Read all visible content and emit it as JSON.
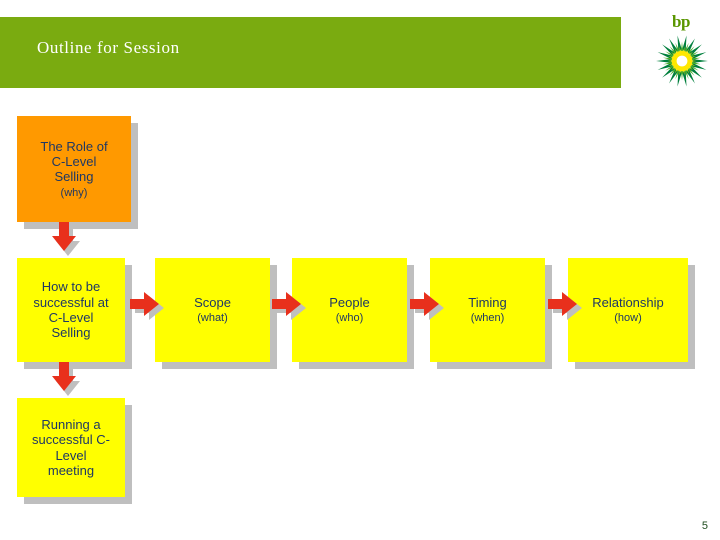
{
  "slide": {
    "title": "Outline for Session",
    "page_number": "5"
  },
  "brand": {
    "wordmark": "bp",
    "logo_name": "bp-helios-logo",
    "green": "#7AAB10",
    "logo_green_dark": "#007F3D",
    "logo_green_mid": "#4CAF2A",
    "logo_yellow": "#FFE800",
    "logo_white": "#FFFFFF"
  },
  "colors": {
    "header_green": "#7AAB10",
    "box_orange": "#FF9900",
    "box_yellow": "#FFFF00",
    "box_shadow": "#BFBFBF",
    "text_navy": "#1F3864",
    "arrow_red": "#E8301C",
    "arrow_shadow": "#BFBFBF",
    "page_number": "#1F4E1F"
  },
  "flow": {
    "boxes": [
      {
        "id": "role",
        "main": "The Role of",
        "line2": "C-Level",
        "line3": "Selling",
        "sub": "(why)",
        "fill": "orange"
      },
      {
        "id": "howto",
        "main": "How to be",
        "line2": "successful at",
        "line3": "C-Level",
        "line4": "Selling",
        "sub": "",
        "fill": "yellow"
      },
      {
        "id": "running",
        "main": "Running a",
        "line2": "successful  C-",
        "line3": "Level",
        "line4": "meeting",
        "sub": "",
        "fill": "yellow"
      },
      {
        "id": "scope",
        "main": "Scope",
        "sub": "(what)",
        "fill": "yellow"
      },
      {
        "id": "people",
        "main": "People",
        "sub": "(who)",
        "fill": "yellow"
      },
      {
        "id": "timing",
        "main": "Timing",
        "sub": "(when)",
        "fill": "yellow"
      },
      {
        "id": "relationship",
        "main": "Relationship",
        "sub": "(how)",
        "fill": "yellow"
      }
    ],
    "arrows": [
      {
        "id": "role-to-howto",
        "direction": "down"
      },
      {
        "id": "howto-to-running",
        "direction": "down"
      },
      {
        "id": "howto-to-scope",
        "direction": "right"
      },
      {
        "id": "scope-to-people",
        "direction": "right"
      },
      {
        "id": "people-to-timing",
        "direction": "right"
      },
      {
        "id": "timing-to-relationship",
        "direction": "right"
      }
    ]
  }
}
